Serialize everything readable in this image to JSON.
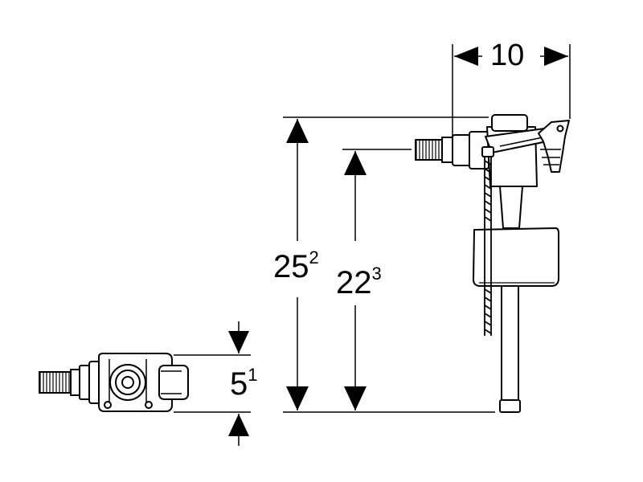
{
  "dimensions": {
    "width": {
      "value": "10"
    },
    "total_height": {
      "value": "25",
      "fraction": "2"
    },
    "inlet_height": {
      "value": "22",
      "fraction": "3"
    },
    "side_height": {
      "value": "5",
      "fraction": "1"
    }
  },
  "colors": {
    "line": "#000000",
    "fill": "#ffffff",
    "shade": "#d8d8d8"
  }
}
